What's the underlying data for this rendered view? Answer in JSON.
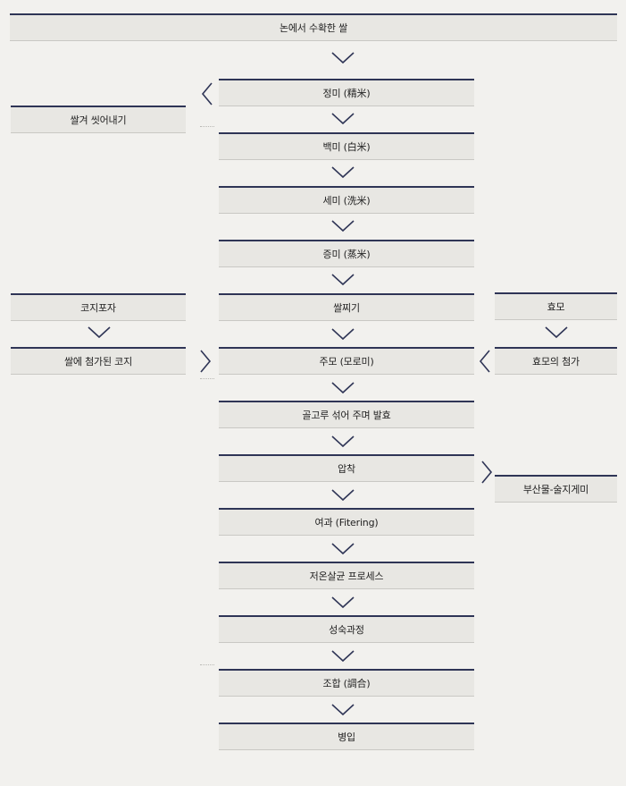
{
  "colors": {
    "accent": "#2f3556",
    "box_fill": "#e8e7e3",
    "background": "#f2f1ee"
  },
  "steps": {
    "harvest": "논에서 수확한 쌀",
    "polish": "정미 (精米)",
    "white_rice": "백미 (白米)",
    "wash": "세미 (洗米)",
    "steam_rice": "증미 (蒸米)",
    "steaming": "쌀찌기",
    "mash": "주모 (모로미)",
    "ferment": "골고루 섞어 주며 발효",
    "press": "압착",
    "filter": "여과 (Fitering)",
    "pasteurize": "저온살균 프로세스",
    "aging": "성숙과정",
    "blend": "조합 (調合)",
    "bottle": "병입"
  },
  "left": {
    "wash_rice": "쌀겨 씻어내기",
    "koji_spores": "코지포자",
    "koji_rice": "쌀에 첨가된 코지"
  },
  "right": {
    "yeast": "효모",
    "add_yeast": "효모의 첨가",
    "byproduct": "부산물-술지게미"
  }
}
